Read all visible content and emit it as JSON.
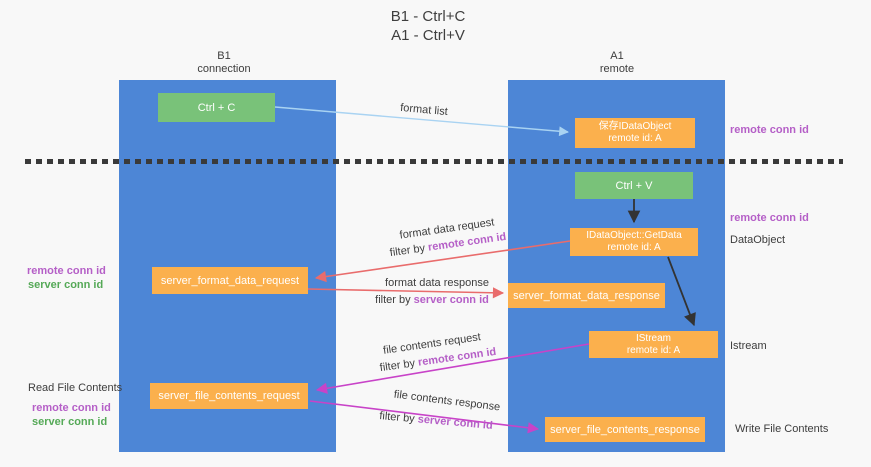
{
  "title": {
    "line1": "B1 - Ctrl+C",
    "line2": "A1 - Ctrl+V"
  },
  "lanes": {
    "left": {
      "name": "B1",
      "subtitle": "connection"
    },
    "right": {
      "name": "A1",
      "subtitle": "remote"
    }
  },
  "boxes": {
    "ctrl_c": {
      "label": "Ctrl + C"
    },
    "save_idataobject": {
      "line1": "保存IDataObject",
      "line2": "remote id: A"
    },
    "ctrl_v": {
      "label": "Ctrl + V"
    },
    "getdata": {
      "line1": "IDataObject::GetData",
      "line2": "remote id: A"
    },
    "format_request": {
      "label": "server_format_data_request"
    },
    "format_response": {
      "label": "server_format_data_response"
    },
    "istream": {
      "line1": "IStream",
      "line2": "remote id: A"
    },
    "file_request": {
      "label": "server_file_contents_request"
    },
    "file_response": {
      "label": "server_file_contents_response"
    }
  },
  "arrows": {
    "format_list": "format list",
    "format_data_request": "format data request",
    "format_data_response": "format data response",
    "file_contents_request": "file contents request",
    "file_contents_response": "file contents response",
    "filter_by": "filter by",
    "remote_conn_id": "remote conn id",
    "server_conn_id": "server conn id"
  },
  "side_labels": {
    "remote_conn_id": "remote conn id",
    "server_conn_id": "server conn id",
    "dataobject": "DataObject",
    "istream": "Istream",
    "read_file_contents": "Read File Contents",
    "write_file_contents": "Write File Contents"
  },
  "colors": {
    "lane_blue": "#4d86d6",
    "box_orange": "#fbb04d",
    "box_green": "#79c279",
    "purple_text": "#b55fc7",
    "green_text": "#55a957",
    "red_arrow": "#e96c6c",
    "magenta_arrow": "#c843c8",
    "light_blue_arrow": "#a9d3f2",
    "black_arrow": "#333333"
  }
}
